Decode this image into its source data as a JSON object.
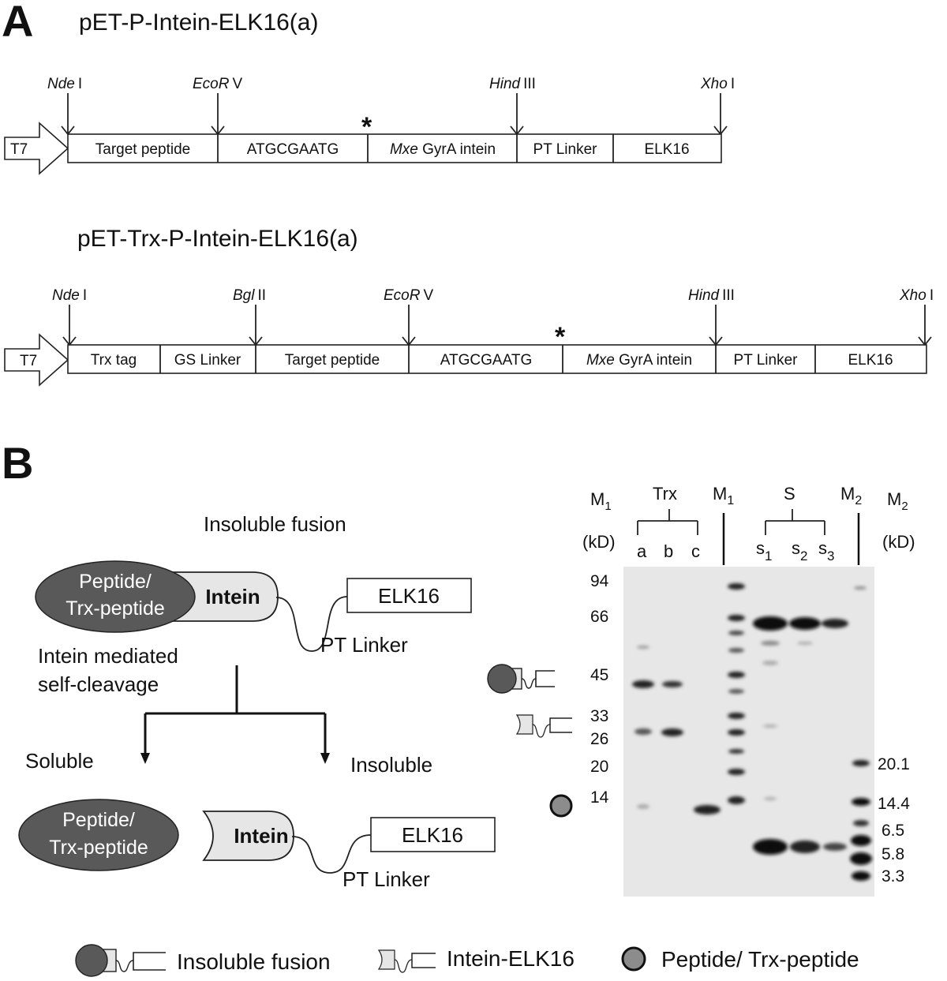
{
  "panel_a": {
    "letter": "A",
    "construct1": {
      "title": "pET-P-Intein-ELK16(a)",
      "promoter": "T7",
      "segments": [
        "Target peptide",
        "ATGCGAATG",
        "Mxe GyrA intein",
        "PT Linker",
        "ELK16"
      ],
      "sites": [
        {
          "name": "Nde",
          "num": "I"
        },
        {
          "name": "EcoR",
          "num": "V"
        },
        {
          "name": "Hind",
          "num": "III"
        },
        {
          "name": "Xho",
          "num": "I"
        }
      ],
      "mark": "*"
    },
    "construct2": {
      "title": "pET-Trx-P-Intein-ELK16(a)",
      "promoter": "T7",
      "segments": [
        "Trx tag",
        "GS Linker",
        "Target peptide",
        "ATGCGAATG",
        "Mxe GyrA intein",
        "PT Linker",
        "ELK16"
      ],
      "sites": [
        {
          "name": "Nde",
          "num": "I"
        },
        {
          "name": "Bgl",
          "num": "II"
        },
        {
          "name": "EcoR",
          "num": "V"
        },
        {
          "name": "Hind",
          "num": "III"
        },
        {
          "name": "Xho",
          "num": "I"
        }
      ],
      "mark": "*"
    }
  },
  "panel_b": {
    "letter": "B",
    "scheme": {
      "insoluble_fusion": "Insoluble  fusion",
      "peptide_line1": "Peptide/",
      "peptide_line2": "Trx-peptide",
      "intein": "Intein",
      "elk16": "ELK16",
      "pt_linker": "PT Linker",
      "cleavage_line1": "Intein mediated",
      "cleavage_line2": "self-cleavage",
      "soluble": "Soluble",
      "insoluble": "Insoluble"
    },
    "gel": {
      "m1_left": "M",
      "m1_left_sub": "1",
      "trx": "Trx",
      "m1_mid": "M",
      "m1_mid_sub": "1",
      "s": "S",
      "m2_top": "M",
      "m2_top_sub": "2",
      "m2_right": "M",
      "m2_right_sub": "2",
      "kd_left": "(kD)",
      "kd_right": "(kD)",
      "lanes": [
        "a",
        "b",
        "c"
      ],
      "s_lanes": [
        {
          "s": "s",
          "sub": "1"
        },
        {
          "s": "s",
          "sub": "2"
        },
        {
          "s": "s",
          "sub": "3"
        }
      ],
      "m1_markers": [
        "94",
        "66",
        "45",
        "33",
        "26",
        "20",
        "14"
      ],
      "m2_markers": [
        "20.1",
        "14.4",
        "6.5",
        "5.8",
        "3.3"
      ]
    },
    "legend": {
      "insoluble_fusion": "Insoluble fusion",
      "intein_elk16": "Intein-ELK16",
      "peptide": "Peptide/ Trx-peptide"
    }
  },
  "colors": {
    "blob_dark": "#595959",
    "intein_fill": "#e6e6e6",
    "peptide_dot": "#8c8c8c",
    "gel_background": "#e7e7e7",
    "band": "#1a1a1a"
  },
  "icons": [
    "promoter-arrow-icon",
    "cut-site-arrow-icon",
    "asterisk-icon",
    "fusion-glyph-icon",
    "intein-elk16-glyph-icon",
    "peptide-dot-icon"
  ]
}
